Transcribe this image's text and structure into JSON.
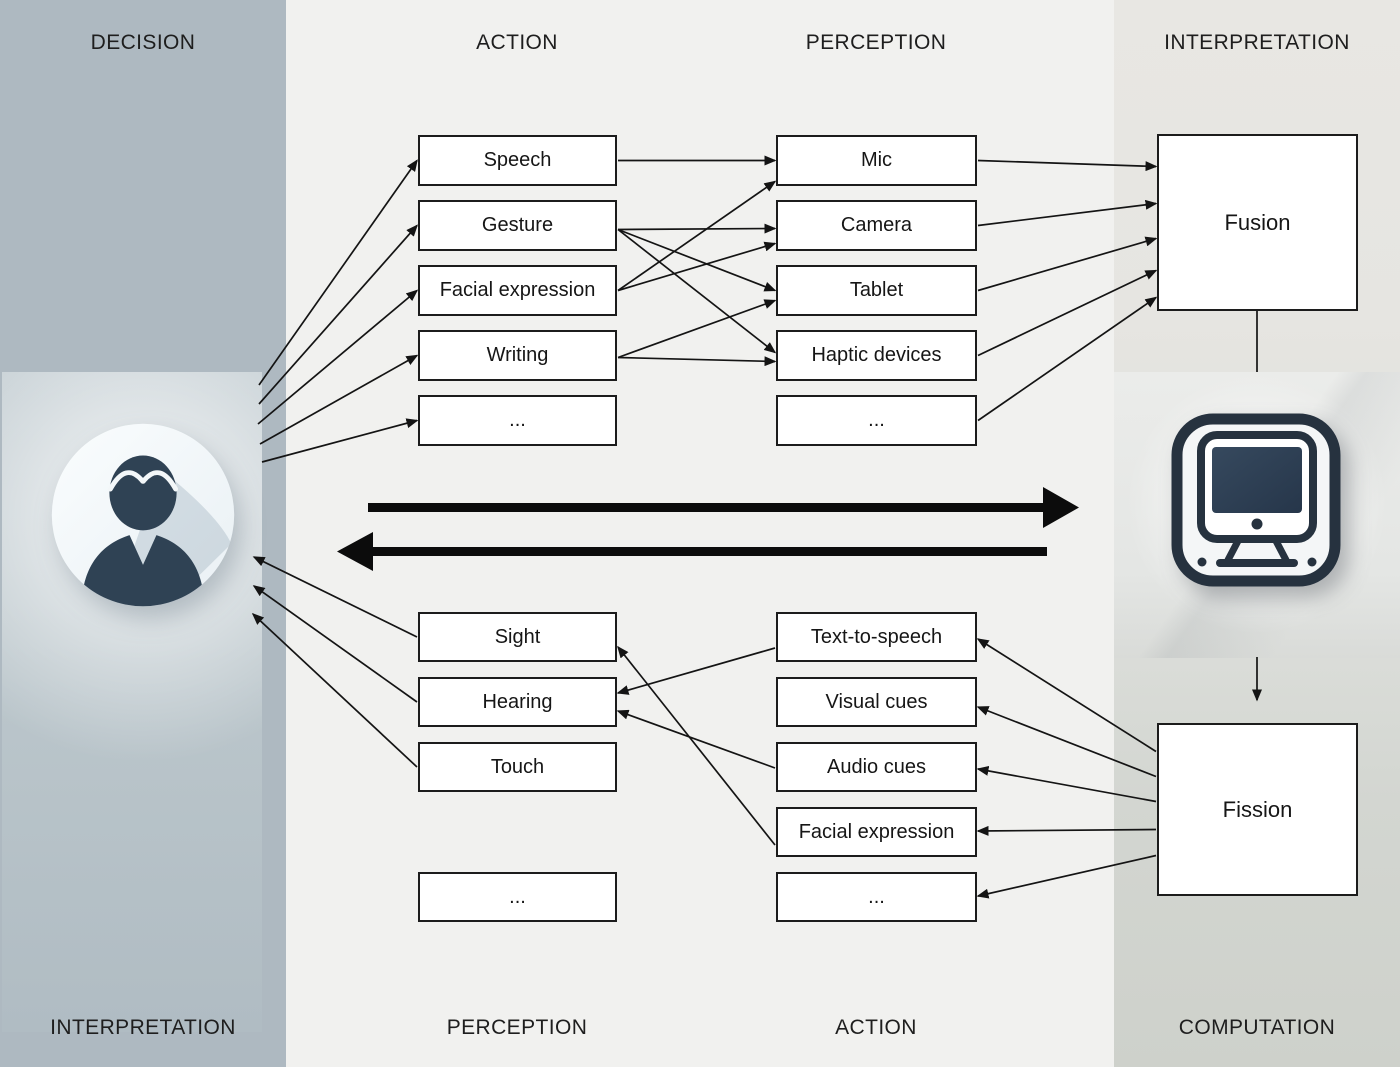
{
  "headers": {
    "top": [
      "DECISION",
      "ACTION",
      "PERCEPTION",
      "INTERPRETATION"
    ],
    "bottom": [
      "INTERPRETATION",
      "PERCEPTION",
      "ACTION",
      "COMPUTATION"
    ]
  },
  "top_section": {
    "human_actions": [
      "Speech",
      "Gesture",
      "Facial expression",
      "Writing",
      "..."
    ],
    "computer_perception": [
      "Mic",
      "Camera",
      "Tablet",
      "Haptic devices",
      "..."
    ],
    "fusion_label": "Fusion"
  },
  "bottom_section": {
    "human_perception": [
      "Sight",
      "Hearing",
      "Touch",
      "..."
    ],
    "computer_actions": [
      "Text-to-speech",
      "Visual cues",
      "Audio cues",
      "Facial expression",
      "..."
    ],
    "fission_label": "Fission"
  },
  "icons": {
    "human": "person-avatar-icon",
    "computer": "computer-icon"
  },
  "colors": {
    "human_column": "#aeb9c1",
    "middle_columns": "#f1f1ef",
    "computer_column_top": "#e8e7e3",
    "computer_column_bottom": "#ced1cb",
    "box_border": "#1c1c1c",
    "arrow": "#141414",
    "icon_dark": "#2b3c4e"
  },
  "edges": {
    "human_to_action": [
      [
        "human",
        "ha0"
      ],
      [
        "human",
        "ha1"
      ],
      [
        "human",
        "ha2"
      ],
      [
        "human",
        "ha3"
      ],
      [
        "human",
        "ha4"
      ]
    ],
    "action_to_perception": [
      [
        "ha0",
        "cp0"
      ],
      [
        "ha1",
        "cp1"
      ],
      [
        "ha1",
        "cp2"
      ],
      [
        "ha1",
        "cp3"
      ],
      [
        "ha2",
        "cp0"
      ],
      [
        "ha2",
        "cp1"
      ],
      [
        "ha3",
        "cp2"
      ],
      [
        "ha3",
        "cp3"
      ]
    ],
    "perception_to_fusion": [
      [
        "cp0",
        "fusion"
      ],
      [
        "cp1",
        "fusion"
      ],
      [
        "cp2",
        "fusion"
      ],
      [
        "cp3",
        "fusion"
      ],
      [
        "cp4",
        "fusion"
      ]
    ],
    "fusion_to_computer": [
      [
        "fusion",
        "computer-icon"
      ]
    ],
    "computer_to_fission": [
      [
        "computer-icon",
        "fission"
      ]
    ],
    "fission_to_action": [
      [
        "fission",
        "ca0"
      ],
      [
        "fission",
        "ca1"
      ],
      [
        "fission",
        "ca2"
      ],
      [
        "fission",
        "ca3"
      ],
      [
        "fission",
        "ca4"
      ]
    ],
    "computer_action_to_human_perception": [
      [
        "ca0",
        "hp1"
      ],
      [
        "ca2",
        "hp1"
      ],
      [
        "ca3",
        "hp0"
      ]
    ],
    "human_perception_to_human": [
      [
        "hp0",
        "human"
      ],
      [
        "hp1",
        "human"
      ],
      [
        "hp2",
        "human"
      ]
    ]
  }
}
